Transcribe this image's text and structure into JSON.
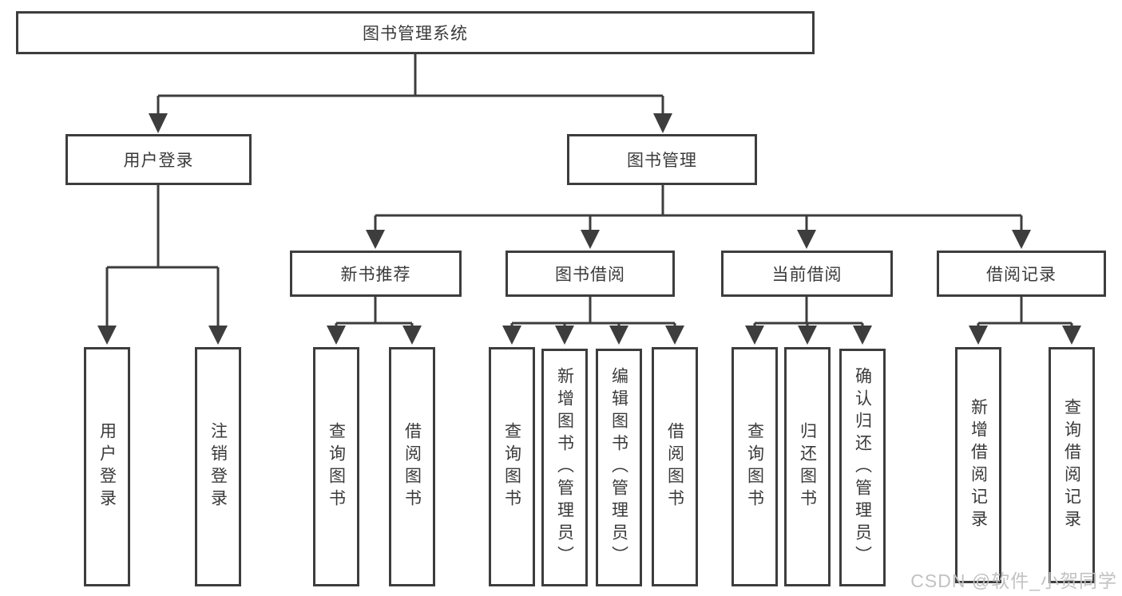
{
  "tree": {
    "root": {
      "label": "图书管理系统"
    },
    "children": [
      {
        "label": "用户登录",
        "children": [
          {
            "label": "用户登录"
          },
          {
            "label": "注销登录"
          }
        ]
      },
      {
        "label": "图书管理",
        "children": [
          {
            "label": "新书推荐",
            "children": [
              {
                "label": "查询图书"
              },
              {
                "label": "借阅图书"
              }
            ]
          },
          {
            "label": "图书借阅",
            "children": [
              {
                "label": "查询图书"
              },
              {
                "label": "新增图书（管理员）"
              },
              {
                "label": "编辑图书（管理员）"
              },
              {
                "label": "借阅图书"
              }
            ]
          },
          {
            "label": "当前借阅",
            "children": [
              {
                "label": "查询图书"
              },
              {
                "label": "归还图书"
              },
              {
                "label": "确认归还（管理员）"
              }
            ]
          },
          {
            "label": "借阅记录",
            "children": [
              {
                "label": "新增借阅记录"
              },
              {
                "label": "查询借阅记录"
              }
            ]
          }
        ]
      }
    ]
  },
  "watermark": "CSDN @软件_小贺同学",
  "colors": {
    "line": "#3d3d3d",
    "text": "#3a3a3a",
    "bg": "#ffffff",
    "watermark": "#c2c2c2"
  }
}
